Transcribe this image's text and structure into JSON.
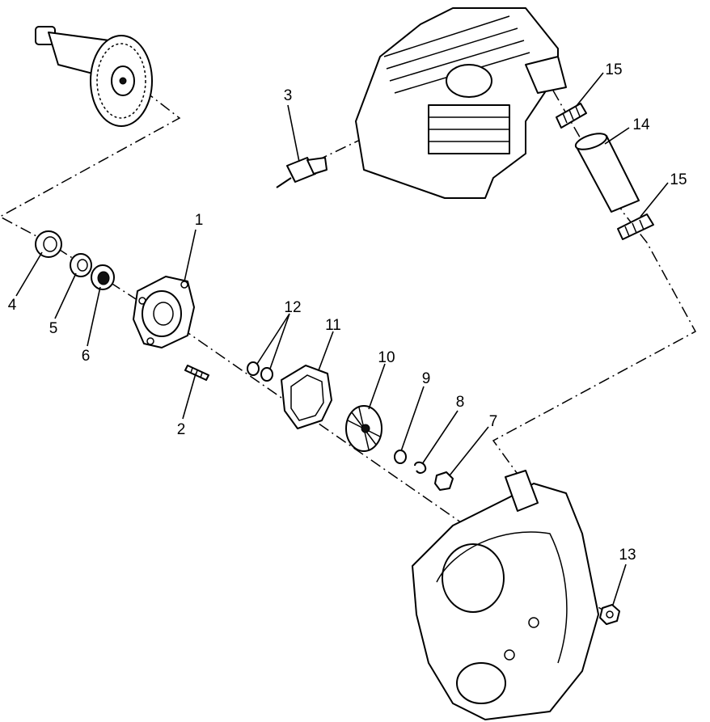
{
  "callouts": [
    {
      "id": "1",
      "text": "1"
    },
    {
      "id": "2",
      "text": "2"
    },
    {
      "id": "3",
      "text": "3"
    },
    {
      "id": "4",
      "text": "4"
    },
    {
      "id": "5",
      "text": "5"
    },
    {
      "id": "6",
      "text": "6"
    },
    {
      "id": "7",
      "text": "7"
    },
    {
      "id": "8",
      "text": "8"
    },
    {
      "id": "9",
      "text": "9"
    },
    {
      "id": "10",
      "text": "10"
    },
    {
      "id": "11",
      "text": "11"
    },
    {
      "id": "12",
      "text": "12"
    },
    {
      "id": "13",
      "text": "13"
    },
    {
      "id": "14",
      "text": "14"
    },
    {
      "id": "15a",
      "text": "15"
    },
    {
      "id": "15b",
      "text": "15"
    }
  ]
}
